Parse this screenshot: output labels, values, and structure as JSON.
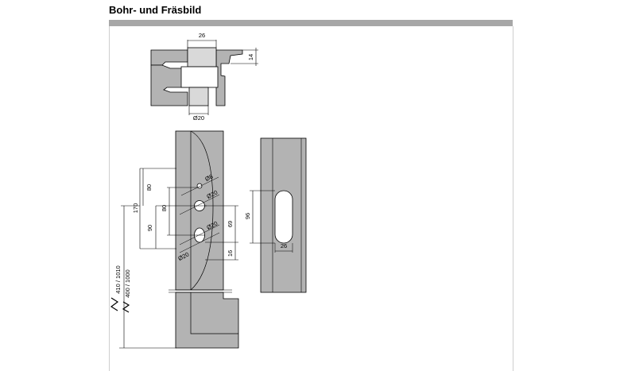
{
  "header": {
    "title": "Bohr- und Fräsbild"
  },
  "colors": {
    "part_fill": "#b3b3b3",
    "header_bar": "#a7a7a7",
    "line": "#000000"
  },
  "top_view": {
    "width_label": "26",
    "depth_label": "14",
    "bore_label": "Ø20"
  },
  "front_view": {
    "dim_80_upper": "80",
    "dim_80_inner": "80",
    "dim_170": "170",
    "dim_90": "90",
    "dim_69": "69",
    "dim_16": "16",
    "dia_8": "Ø8",
    "dia_20_a": "Ø20",
    "dia_20_b": "Ø20",
    "dia_20_c": "Ø20",
    "dim_410_1010": "410 / 1010",
    "dim_400_1000": "400 / 1000"
  },
  "side_view": {
    "slot_height_label": "96",
    "slot_width_label": "26"
  }
}
